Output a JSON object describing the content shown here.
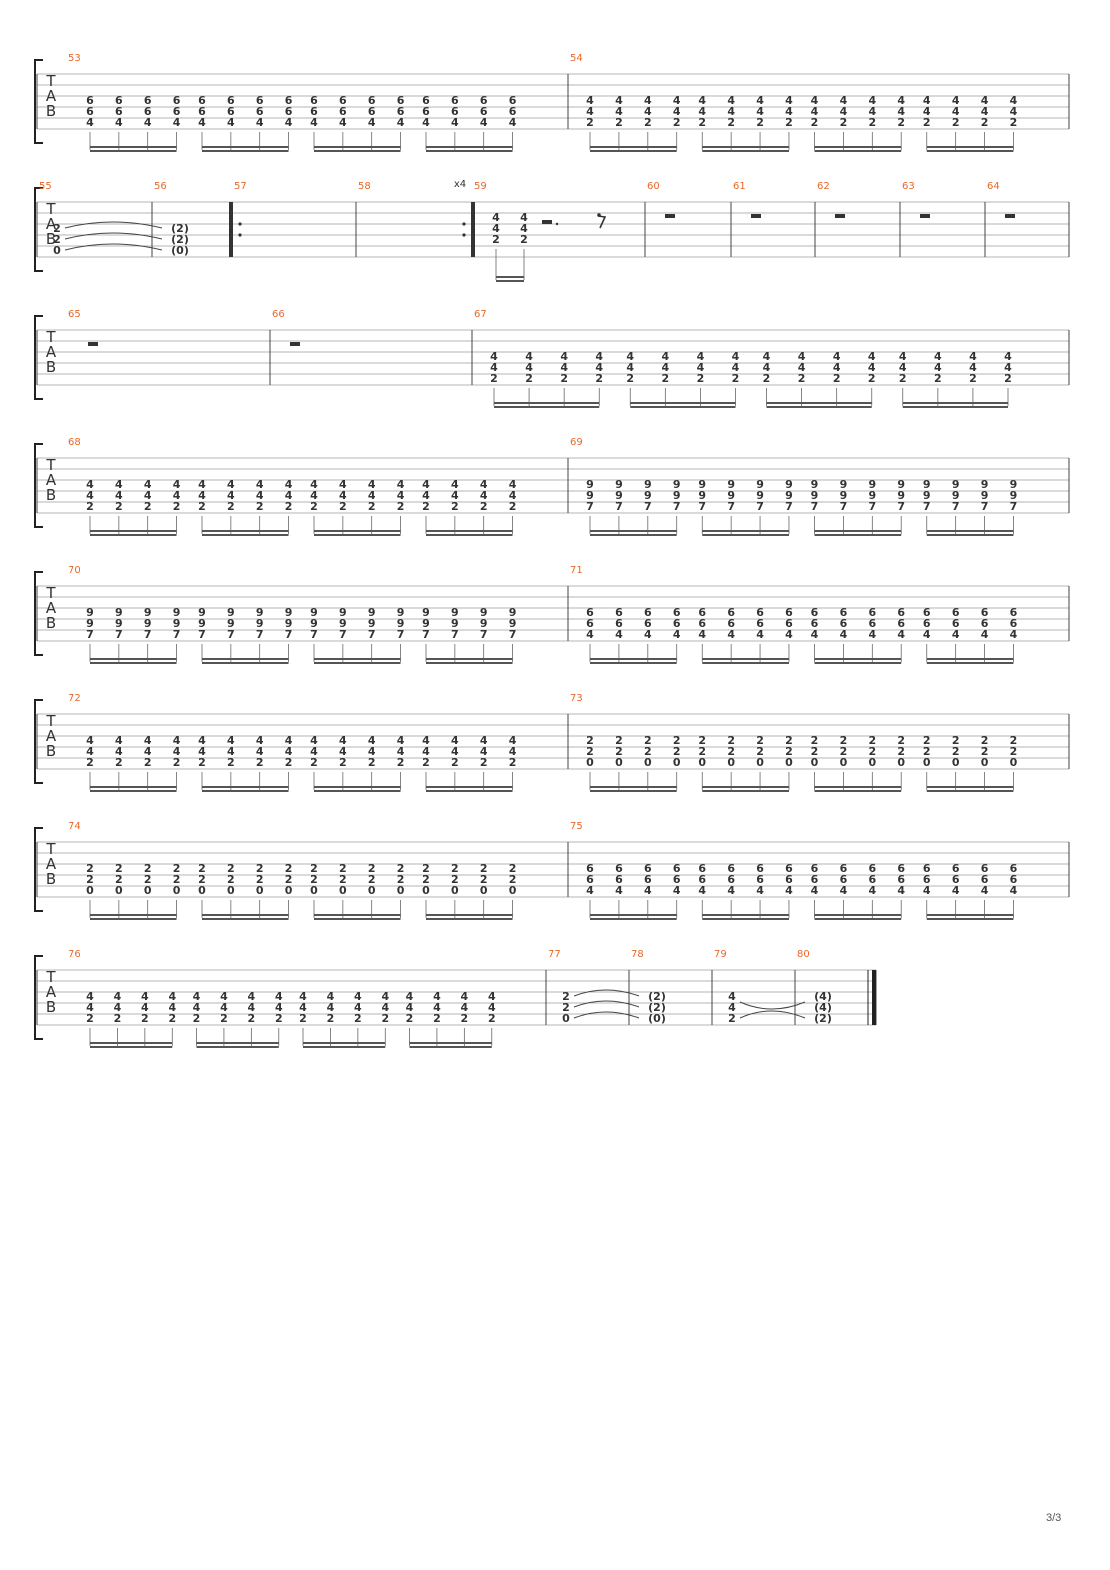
{
  "document": {
    "type": "guitar-tablature",
    "page_number": "3/3",
    "colors": {
      "measure_number": "#e8682a",
      "staff_line": "#b4b4b4",
      "note": "#333333",
      "barline": "#444444"
    },
    "tab_clef": [
      "T",
      "A",
      "B"
    ],
    "repeat_count": "x4",
    "systems": [
      {
        "measures": [
          {
            "number": "53",
            "kind": "sixteenths",
            "groups": 4,
            "chord": [
              "6",
              "6",
              "4"
            ]
          },
          {
            "number": "54",
            "kind": "sixteenths",
            "groups": 4,
            "chord": [
              "4",
              "4",
              "2"
            ]
          }
        ]
      },
      {
        "measures": [
          {
            "number": "55",
            "kind": "tied-chord",
            "chord": [
              "2",
              "2",
              "0"
            ]
          },
          {
            "number": "56",
            "kind": "tied-end",
            "chord": [
              "(2)",
              "(2)",
              "(0)"
            ]
          },
          {
            "number": "57",
            "kind": "empty",
            "repeat_start": true
          },
          {
            "number": "58",
            "kind": "empty",
            "repeat_end": true
          },
          {
            "number": "59",
            "kind": "two-chords-rests",
            "chord": [
              "4",
              "4",
              "2"
            ]
          },
          {
            "number": "60",
            "kind": "whole-rest"
          },
          {
            "number": "61",
            "kind": "whole-rest"
          },
          {
            "number": "62",
            "kind": "whole-rest"
          },
          {
            "number": "63",
            "kind": "whole-rest"
          },
          {
            "number": "64",
            "kind": "whole-rest"
          }
        ]
      },
      {
        "measures": [
          {
            "number": "65",
            "kind": "whole-rest"
          },
          {
            "number": "66",
            "kind": "whole-rest"
          },
          {
            "number": "67",
            "kind": "sixteenths",
            "groups": 4,
            "chord": [
              "4",
              "4",
              "2"
            ]
          }
        ]
      },
      {
        "measures": [
          {
            "number": "68",
            "kind": "sixteenths",
            "groups": 4,
            "chord": [
              "4",
              "4",
              "2"
            ]
          },
          {
            "number": "69",
            "kind": "sixteenths",
            "groups": 4,
            "chord": [
              "9",
              "9",
              "7"
            ]
          }
        ]
      },
      {
        "measures": [
          {
            "number": "70",
            "kind": "sixteenths",
            "groups": 4,
            "chord": [
              "9",
              "9",
              "7"
            ]
          },
          {
            "number": "71",
            "kind": "sixteenths",
            "groups": 4,
            "chord": [
              "6",
              "6",
              "4"
            ]
          }
        ]
      },
      {
        "measures": [
          {
            "number": "72",
            "kind": "sixteenths",
            "groups": 4,
            "chord": [
              "4",
              "4",
              "2"
            ]
          },
          {
            "number": "73",
            "kind": "sixteenths",
            "groups": 4,
            "chord": [
              "2",
              "2",
              "0"
            ]
          }
        ]
      },
      {
        "measures": [
          {
            "number": "74",
            "kind": "sixteenths",
            "groups": 4,
            "chord": [
              "2",
              "2",
              "0"
            ]
          },
          {
            "number": "75",
            "kind": "sixteenths",
            "groups": 4,
            "chord": [
              "6",
              "6",
              "4"
            ]
          }
        ]
      },
      {
        "measures": [
          {
            "number": "76",
            "kind": "sixteenths",
            "groups": 4,
            "chord": [
              "4",
              "4",
              "2"
            ]
          },
          {
            "number": "77",
            "kind": "tied-chord",
            "chord": [
              "2",
              "2",
              "0"
            ]
          },
          {
            "number": "78",
            "kind": "tied-end",
            "chord": [
              "(2)",
              "(2)",
              "(0)"
            ]
          },
          {
            "number": "79",
            "kind": "tied-chord-cross",
            "chord": [
              "4",
              "4",
              "2"
            ]
          },
          {
            "number": "80",
            "kind": "tied-end",
            "chord": [
              "(4)",
              "(4)",
              "(2)"
            ],
            "final_barline": true
          }
        ]
      }
    ]
  }
}
